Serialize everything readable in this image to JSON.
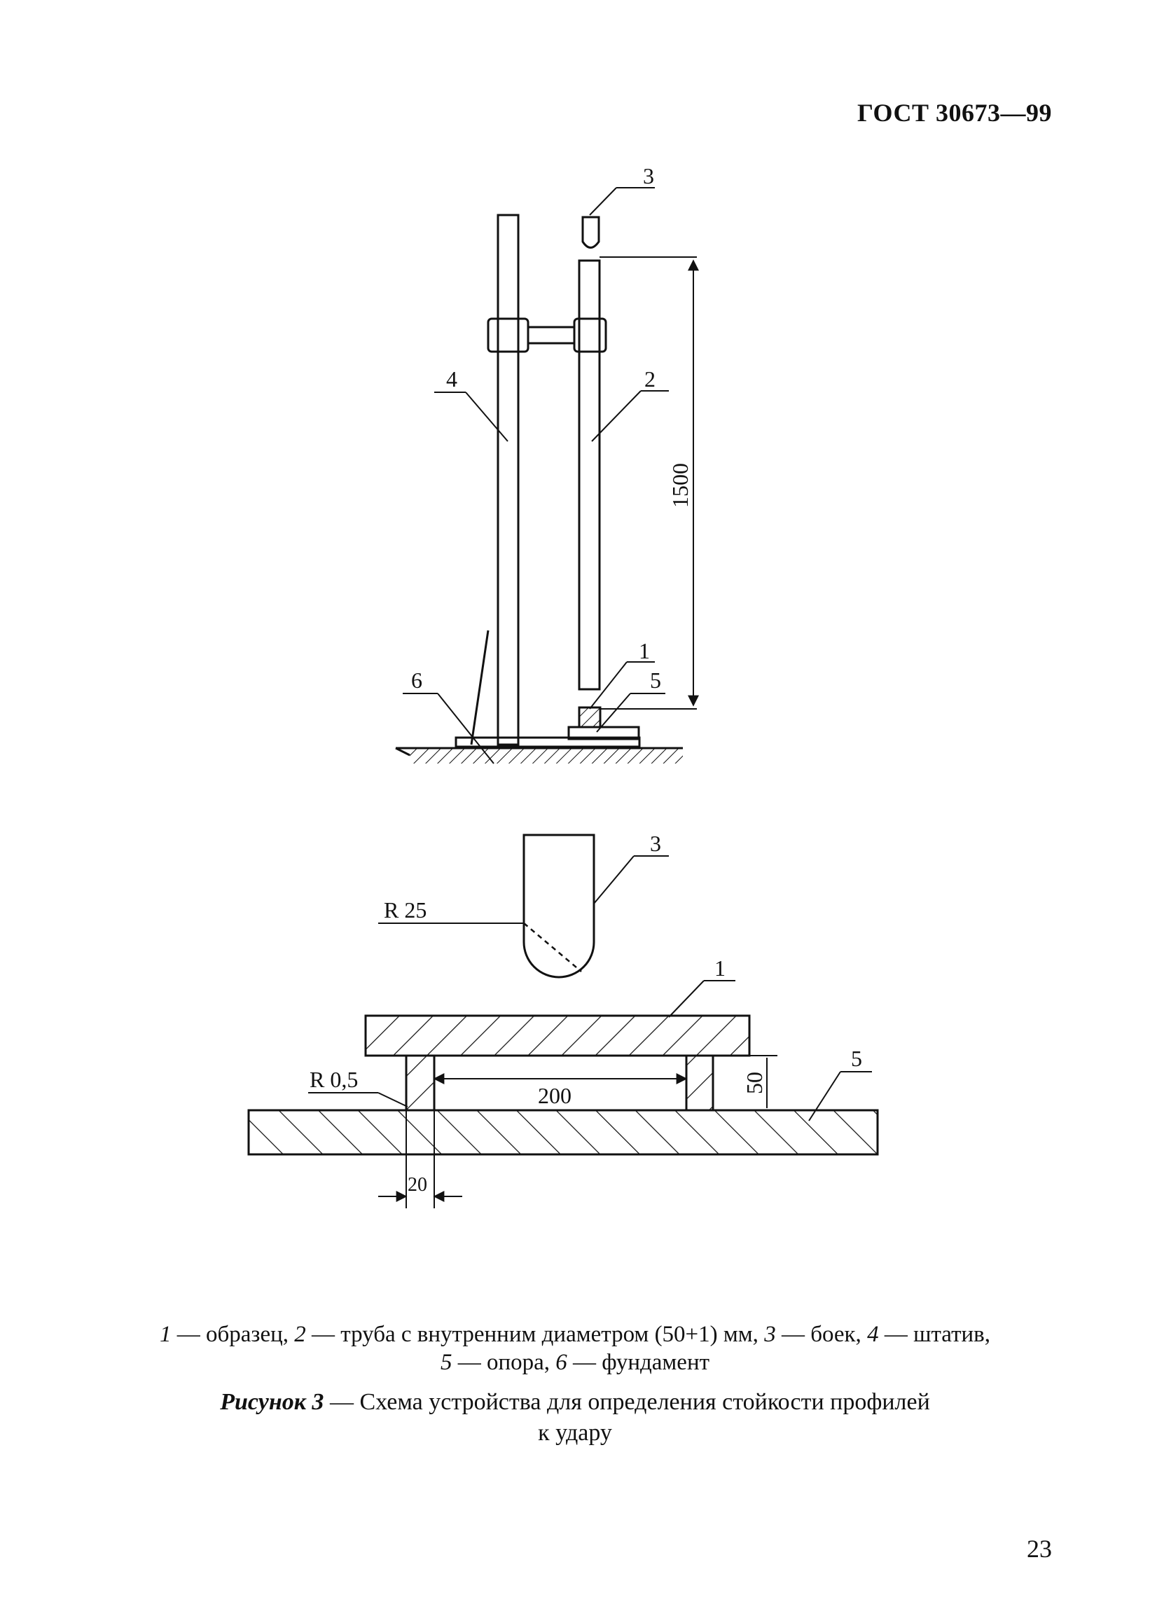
{
  "header": {
    "doc_code": "ГОСТ 30673—99"
  },
  "upper_figure": {
    "callouts": {
      "sample": "1",
      "tube": "2",
      "striker": "3",
      "stand": "4",
      "support": "5",
      "foundation": "6"
    },
    "height_dimension": "1500"
  },
  "lower_figure": {
    "callouts": {
      "striker": "3",
      "sample": "1",
      "support": "5"
    },
    "striker_radius": "R 25",
    "edge_radius": "R 0,5",
    "span_dimension": "200",
    "support_height_dimension": "50",
    "rib_width_dimension": "20"
  },
  "legend": {
    "line1": [
      {
        "num": "1",
        "text": " — образец, "
      },
      {
        "num": "2",
        "text": " — труба с внутренним диаметром (50+1) мм, "
      },
      {
        "num": "3",
        "text": " — боек, "
      },
      {
        "num": "4",
        "text": " — штатив,"
      }
    ],
    "line2": [
      {
        "num": "5",
        "text": " — опора, "
      },
      {
        "num": "6",
        "text": " — фундамент"
      }
    ]
  },
  "caption": {
    "label": "Рисунок 3",
    "text_line1": " — Схема устройства для определения стойкости профилей",
    "text_line2": "к удару"
  },
  "page_number": "23"
}
